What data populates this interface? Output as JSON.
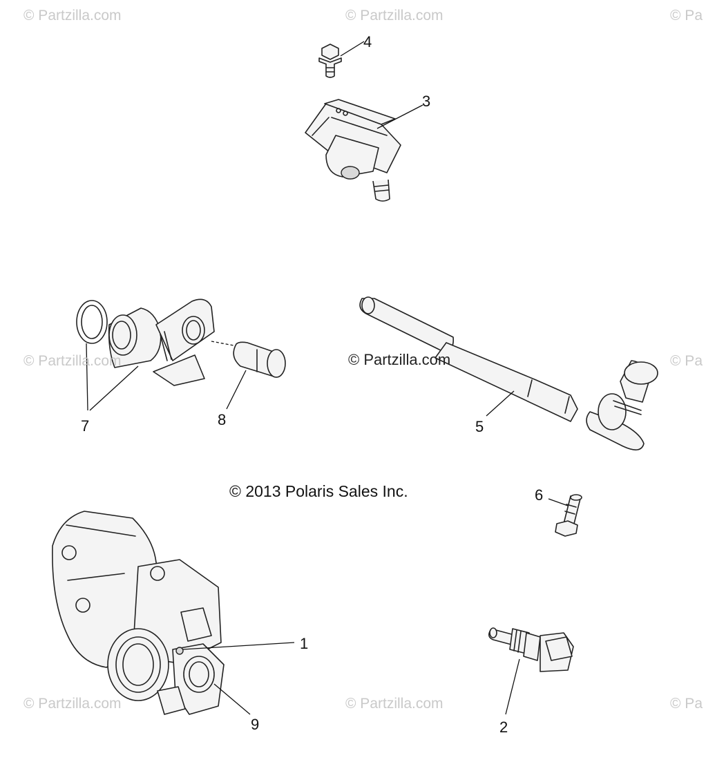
{
  "watermarks": {
    "top_left": "© Partzilla.com",
    "top_center": "© Partzilla.com",
    "top_right": "© Pa",
    "mid_left": "© Partzilla.com",
    "mid_right": "© Pa",
    "bottom_left": "© Partzilla.com",
    "bottom_center": "© Partzilla.com",
    "bottom_right": "© Pa",
    "center": "© Partzilla.com"
  },
  "copyright": "© 2013 Polaris Sales Inc.",
  "callouts": {
    "c1": "1",
    "c2": "2",
    "c3": "3",
    "c4": "4",
    "c5": "5",
    "c6": "6",
    "c7": "7",
    "c8": "8",
    "c9": "9"
  },
  "colors": {
    "line": "#222222",
    "watermark": "#c9c9c9",
    "background": "#ffffff"
  }
}
